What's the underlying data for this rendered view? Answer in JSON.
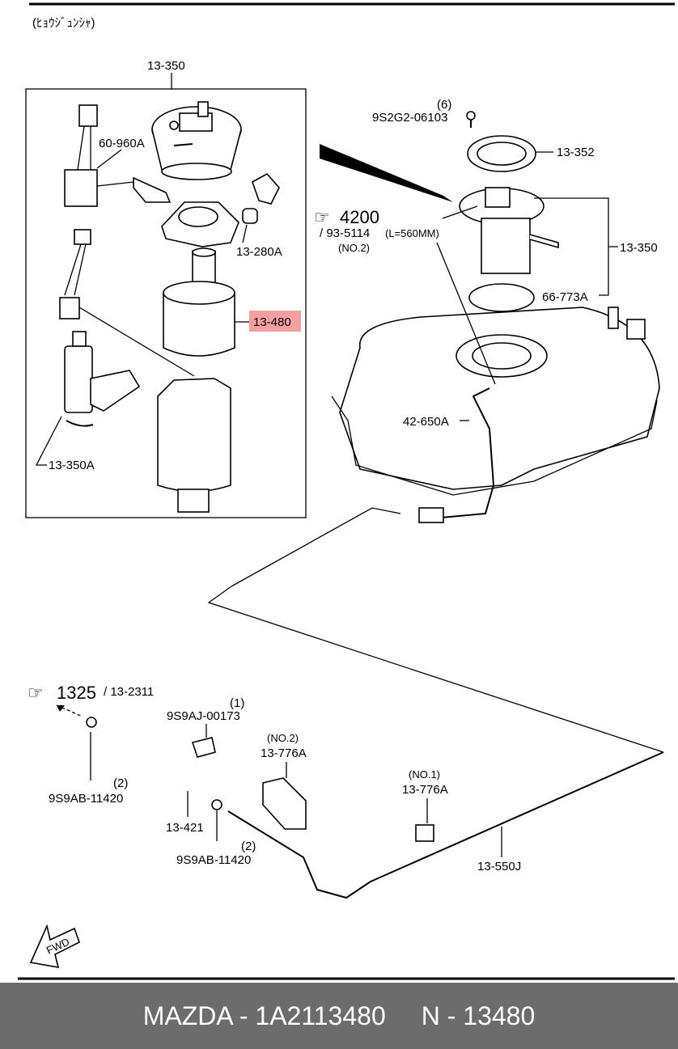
{
  "header_note": "(ﾋｮｳｼﾞｭﾝｼｬ)",
  "labels": {
    "assy_13_350_top": "13-350",
    "p_60_960A": "60-960A",
    "p_13_280A": "13-280A",
    "p_13_480": "13-480",
    "p_13_350A": "13-350A",
    "qty_6": "(6)",
    "p_9S2G2_06103": "9S2G2-06103",
    "p_13_352": "13-352",
    "ref_4200": "4200",
    "ref_93_5114": "/ 93-5114",
    "ref_len": "(L=560MM)",
    "ref_no2_a": "(NO.2)",
    "p_13_350_right": "13-350",
    "p_66_773A": "66-773A",
    "p_42_650A": "42-650A",
    "ref_1325": "1325",
    "ref_13_2311": "/ 13-2311",
    "qty_1": "(1)",
    "p_9S9AJ_00173": "9S9AJ-00173",
    "no2_b": "(NO.2)",
    "p_13_776A_a": "13-776A",
    "no1": "(NO.1)",
    "p_13_776A_b": "13-776A",
    "qty_2a": "(2)",
    "p_9S9AB_11420_a": "9S9AB-11420",
    "p_13_421": "13-421",
    "qty_2b": "(2)",
    "p_9S9AB_11420_b": "9S9AB-11420",
    "p_13_550J": "13-550J",
    "fwd": "FWD"
  },
  "footer": {
    "brand": "MAZDA - 1A2113480",
    "alt": "N - 13480"
  },
  "colors": {
    "highlight": "#f4a0a0",
    "footer_bg": "#6c6c6c"
  }
}
